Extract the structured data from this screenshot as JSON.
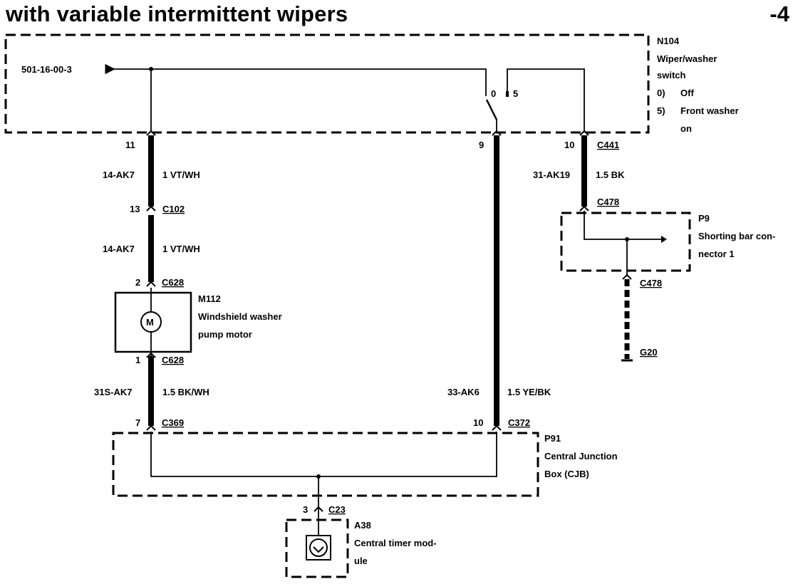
{
  "title": "with variable intermittent wipers",
  "page_number": "-4",
  "reference_ref": "501-16-00-3",
  "components": {
    "n104": {
      "id": "N104",
      "line1": "Wiper/washer",
      "line2": "switch",
      "pos0_num": "0)",
      "pos0_text": "Off",
      "pos5_num": "5)",
      "pos5_text": "Front washer",
      "pos5_text2": "on",
      "switch_pos0": "0",
      "switch_pos5": "5"
    },
    "m112": {
      "id": "M112",
      "line1": "Windshield washer",
      "line2": "pump motor",
      "symbol": "M"
    },
    "p9": {
      "id": "P9",
      "line1": "Shorting bar con-",
      "line2": "nector 1"
    },
    "p91": {
      "id": "P91",
      "line1": "Central Junction",
      "line2": "Box (CJB)"
    },
    "a38": {
      "id": "A38",
      "line1": "Central timer mod-",
      "line2": "ule"
    },
    "g20": {
      "id": "G20"
    }
  },
  "pins": {
    "p11": "11",
    "p9": "9",
    "p10a": "10",
    "p13": "13",
    "p2": "2",
    "p1": "1",
    "p7": "7",
    "p10b": "10",
    "p3": "3"
  },
  "connectors": {
    "c441": "C441",
    "c478a": "C478",
    "c478b": "C478",
    "c102": "C102",
    "c628a": "C628",
    "c628b": "C628",
    "c369": "C369",
    "c372": "C372",
    "c23": "C23"
  },
  "wires": {
    "w1_circuit": "14-AK7",
    "w1_color": "1 VT/WH",
    "w2_circuit": "14-AK7",
    "w2_color": "1 VT/WH",
    "w3_circuit": "31S-AK7",
    "w3_color": "1.5 BK/WH",
    "w4_circuit": "33-AK6",
    "w4_color": "1.5 YE/BK",
    "w5_circuit": "31-AK19",
    "w5_color": "1.5 BK"
  }
}
